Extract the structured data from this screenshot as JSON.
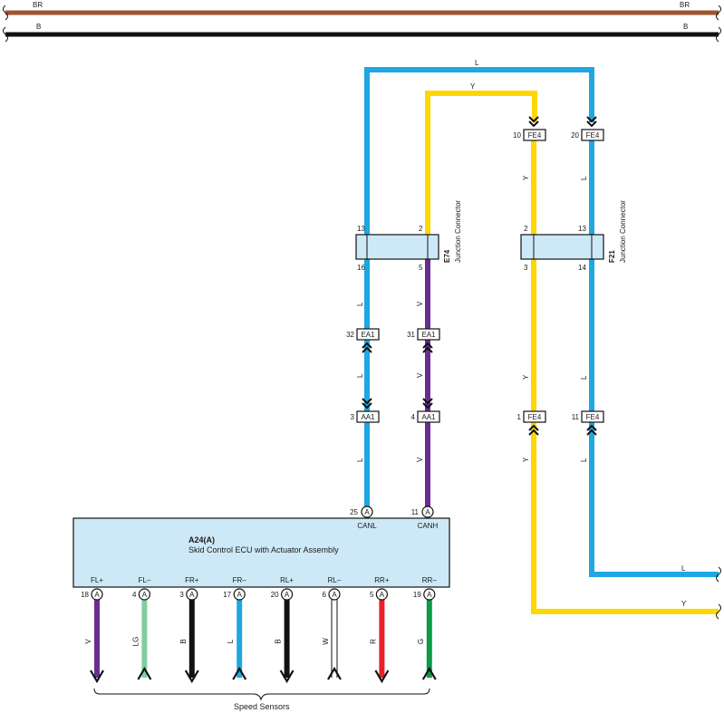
{
  "top_wires": {
    "br": {
      "label_left": "BR",
      "label_right": "BR",
      "color": "#A0522D"
    },
    "b": {
      "label_left": "B",
      "label_right": "B",
      "color": "#111111"
    }
  },
  "colors": {
    "L": "#1EA7E1",
    "Y": "#FFD700",
    "V": "#6B2C91",
    "B": "#111111",
    "LG": "#7FCFA0",
    "W": "#ffffff",
    "R": "#E8202A",
    "G": "#0E9A48",
    "connector_fill": "#CDE9F7"
  },
  "wire_labels": {
    "top_l": "L",
    "top_y": "Y",
    "e74_l_mid": "L",
    "e74_v_mid": "V",
    "ea_l": "L",
    "ea_v": "V",
    "aa_l": "L",
    "aa_v": "V",
    "f21_y_upper": "Y",
    "f21_l_upper": "L",
    "f21_y_mid": "Y",
    "f21_l_mid": "L",
    "f21_y_lower": "Y",
    "f21_l_lower": "L",
    "exit_l": "L",
    "exit_y": "Y"
  },
  "connectors": {
    "fe4_y_top": {
      "pin": "10",
      "name": "FE4"
    },
    "fe4_l_top": {
      "pin": "20",
      "name": "FE4"
    },
    "ea1_l": {
      "pin": "32",
      "name": "EA1"
    },
    "ea1_v": {
      "pin": "31",
      "name": "EA1"
    },
    "aa1_l": {
      "pin": "3",
      "name": "AA1"
    },
    "aa1_v": {
      "pin": "4",
      "name": "AA1"
    },
    "fe4_y_bot": {
      "pin": "1",
      "name": "FE4"
    },
    "fe4_l_bot": {
      "pin": "11",
      "name": "FE4"
    }
  },
  "junctions": {
    "e74": {
      "code": "E74",
      "label": "Junction Connector",
      "pin_top_l": "13",
      "pin_top_y": "2",
      "pin_bot_l": "16",
      "pin_bot_v": "5"
    },
    "f21": {
      "code": "F21",
      "label": "Junction Connector",
      "pin_top_y": "2",
      "pin_top_l": "13",
      "pin_bot_y": "3",
      "pin_bot_l": "14"
    }
  },
  "ecu": {
    "code": "A24(A)",
    "name": "Skid Control ECU with Actuator Assembly",
    "connector_letter": "A",
    "top_pins": [
      {
        "pin": "25",
        "name": "CANL"
      },
      {
        "pin": "11",
        "name": "CANH"
      }
    ],
    "bottom_pins": [
      {
        "pin": "18",
        "name": "FL+",
        "wire": "V",
        "arrow": "down"
      },
      {
        "pin": "4",
        "name": "FL–",
        "wire": "LG",
        "arrow": "up"
      },
      {
        "pin": "3",
        "name": "FR+",
        "wire": "B",
        "arrow": "down"
      },
      {
        "pin": "17",
        "name": "FR–",
        "wire": "L",
        "arrow": "up"
      },
      {
        "pin": "20",
        "name": "RL+",
        "wire": "B",
        "arrow": "down"
      },
      {
        "pin": "6",
        "name": "RL–",
        "wire": "W",
        "arrow": "up"
      },
      {
        "pin": "5",
        "name": "RR+",
        "wire": "R",
        "arrow": "down"
      },
      {
        "pin": "19",
        "name": "RR–",
        "wire": "G",
        "arrow": "up"
      }
    ]
  },
  "speed_sensors_label": "Speed Sensors"
}
